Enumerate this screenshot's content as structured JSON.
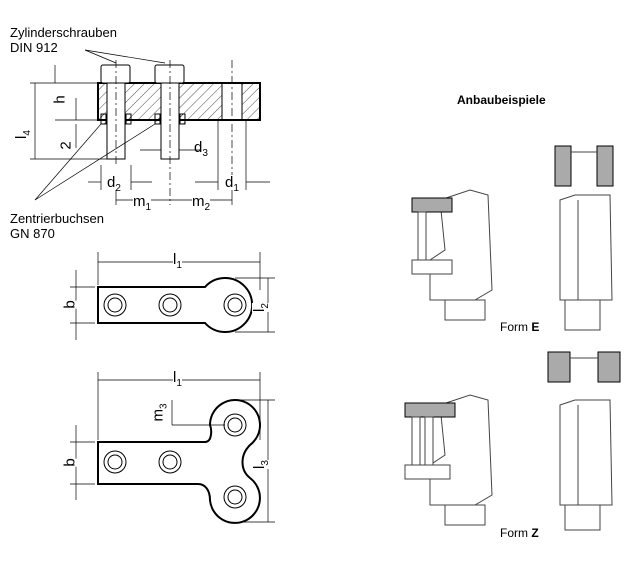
{
  "section_view": {
    "screw_label_line1": "Zylinderschrauben",
    "screw_label_line2": "DIN 912",
    "bushing_label_line1": "Zentrierbuchsen",
    "bushing_label_line2": "GN 870",
    "dims": {
      "h": "h",
      "l": "l",
      "l4_sub": "4",
      "two": "2",
      "d": "d",
      "d1_sub": "1",
      "d2_sub": "2",
      "d3_sub": "3",
      "m": "m",
      "m1_sub": "1",
      "m2_sub": "2"
    }
  },
  "form_e_plan": {
    "l": "l",
    "l1_sub": "1",
    "b": "b",
    "l2_sub": "2"
  },
  "form_z_plan": {
    "l": "l",
    "l1_sub": "1",
    "b": "b",
    "l3_sub": "3",
    "m": "m",
    "m3_sub": "3"
  },
  "examples": {
    "title": "Anbaubeispiele",
    "form_e_prefix": "Form ",
    "form_e_letter": "E",
    "form_z_prefix": "Form ",
    "form_z_letter": "Z"
  }
}
